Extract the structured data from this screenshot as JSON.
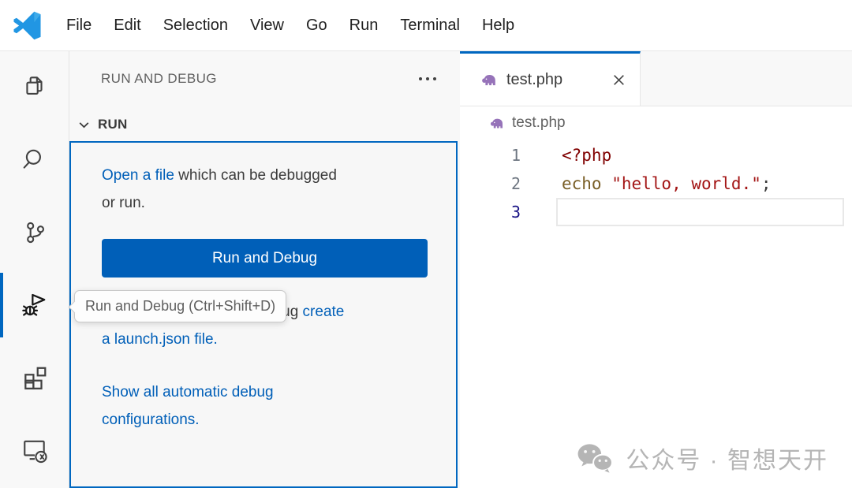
{
  "menu": {
    "items": [
      "File",
      "Edit",
      "Selection",
      "View",
      "Go",
      "Run",
      "Terminal",
      "Help"
    ]
  },
  "activity_bar": {
    "icons": [
      "explorer-files-icon",
      "search-icon",
      "source-control-icon",
      "run-and-debug-icon",
      "extensions-icon",
      "remote-explorer-icon"
    ],
    "active": "run-and-debug-icon"
  },
  "sidebar": {
    "title": "RUN AND DEBUG",
    "section_label": "RUN",
    "open_para": {
      "link": "Open a file",
      "rest": " which can be debugged or run."
    },
    "run_button_label": "Run and Debug",
    "customize_para": {
      "prefix": "To customize Run and Debug ",
      "link": "create a launch.json file."
    },
    "show_configs_link": "Show all automatic debug configurations."
  },
  "tooltip": {
    "label": "Run and Debug (Ctrl+Shift+D)"
  },
  "editor": {
    "tab": {
      "label": "test.php",
      "icon": "php-elephant-icon"
    },
    "breadcrumb": {
      "label": "test.php",
      "icon": "php-elephant-icon"
    },
    "code_lines": [
      {
        "num": "1",
        "tag": "<?php",
        "kw": "",
        "str": "",
        "pun": ""
      },
      {
        "num": "2",
        "tag": "",
        "kw": "echo ",
        "str": "\"hello, world.\"",
        "pun": ";"
      },
      {
        "num": "3",
        "tag": "",
        "kw": "",
        "str": "",
        "pun": ""
      }
    ],
    "current_line": "3"
  },
  "watermark": {
    "text": "公众号 · 智想天开",
    "icon": "wechat-icon"
  },
  "colors": {
    "accent_focus": "#0067C0",
    "button_blue": "#005FB8",
    "link_blue": "#005FB8",
    "php_icon_purple": "#9673B9",
    "code_php_tag": "#800000",
    "code_keyword": "#795E26",
    "code_string": "#A31515",
    "watermark_gray": "#B5B5B5"
  }
}
